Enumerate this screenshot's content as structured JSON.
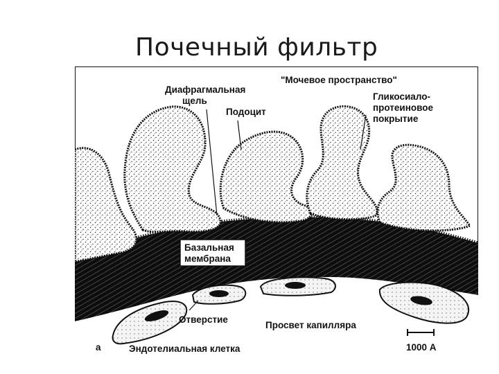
{
  "slide": {
    "title": "Почечный фильтр"
  },
  "figure": {
    "labels": {
      "urinary_space": "\"Мочевое пространство\"",
      "diaphragm_slit_line1": "Диафрагмальная",
      "diaphragm_slit_line2": "щель",
      "podocyte": "Подоцит",
      "glyco_line1": "Гликосиало-",
      "glyco_line2": "протеиновое",
      "glyco_line3": "покрытие",
      "basal_line1": "Базальная",
      "basal_line2": "мембрана",
      "pore": "Отверстие",
      "capillary_lumen": "Просвет капилляра",
      "endothelial_cell": "Эндотелиальная клетка",
      "panel_letter": "а",
      "scale_bar": "1000 А"
    },
    "colors": {
      "ink": "#111111",
      "paper": "#ffffff",
      "stipple": "#2a2a2a"
    }
  }
}
